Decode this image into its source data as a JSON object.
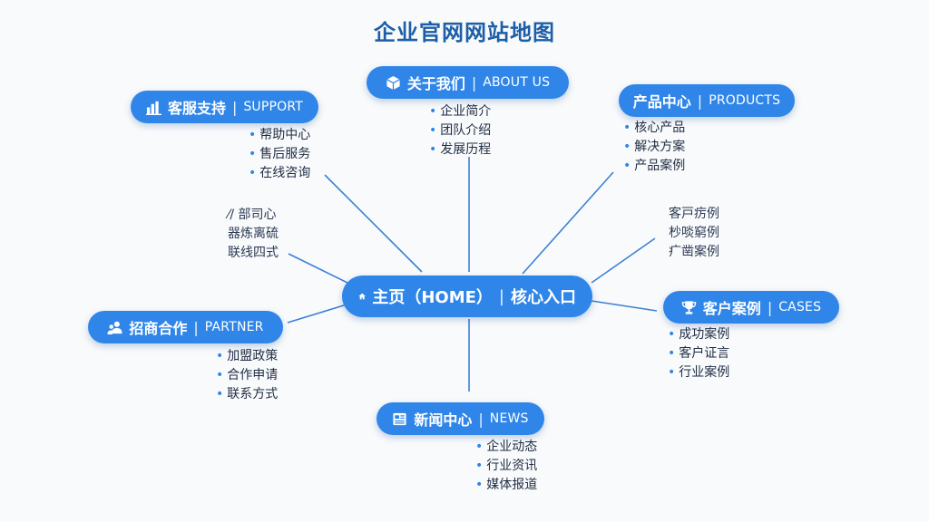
{
  "title": "企业官网网站地图",
  "colors": {
    "node_fill": "#2f86e8",
    "edge": "#3d7fd6",
    "title": "#1c5fa8"
  },
  "home": {
    "icon": "home-icon",
    "label": "主页（HOME）",
    "sub": "核心入口"
  },
  "nodes": {
    "support": {
      "icon": "bar-chart-icon",
      "label": "客服支持",
      "en": "SUPPORT",
      "items": [
        "帮助中心",
        "售后服务",
        "在线咨询"
      ]
    },
    "about": {
      "icon": "cube-icon",
      "label": "关于我们",
      "en": "ABOUT US",
      "items": [
        "企业简介",
        "团队介绍",
        "发展历程"
      ]
    },
    "products": {
      "icon": "",
      "label": "产品中心",
      "en": "PRODUCTS",
      "items": [
        "核心产品",
        "解决方案",
        "产品案例"
      ]
    },
    "partner": {
      "icon": "users-icon",
      "label": "招商合作",
      "en": "PARTNER",
      "items": [
        "加盟政策",
        "合作申请",
        "联系方式"
      ]
    },
    "cases": {
      "icon": "trophy-icon",
      "label": "客户案例",
      "en": "CASES",
      "items": [
        "成功案例",
        "客户证言",
        "行业案例"
      ]
    },
    "news": {
      "icon": "newspaper-icon",
      "label": "新闻中心",
      "en": "NEWS",
      "items": [
        "企业动态",
        "行业资讯",
        "媒体报道"
      ]
    }
  },
  "floating_left": [
    "⁄/ 部司心",
    "器炼离硫",
    "联线四式"
  ],
  "floating_right": [
    "客戸疠例",
    "杪啖窮例",
    "疒凿案例"
  ]
}
